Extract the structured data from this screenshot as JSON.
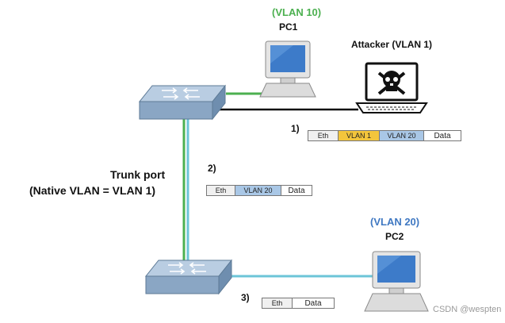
{
  "labels": {
    "pc1_vlan": "(VLAN 10)",
    "pc1_name": "PC1",
    "attacker": "Attacker (VLAN 1)",
    "pc2_vlan": "(VLAN 20)",
    "pc2_name": "PC2",
    "trunk_line1": "Trunk port",
    "trunk_line2": "(Native VLAN = VLAN 1)"
  },
  "steps": {
    "s1": "1)",
    "s2": "2)",
    "s3": "3)"
  },
  "frames": {
    "f1": {
      "eth": "Eth",
      "vlan1": "VLAN 1",
      "vlan20": "VLAN 20",
      "data": "Data"
    },
    "f2": {
      "eth": "Eth",
      "vlan20": "VLAN 20",
      "data": "Data"
    },
    "f3": {
      "eth": "Eth",
      "data": "Data"
    }
  },
  "colors": {
    "vlan10_green": "#4cb050",
    "vlan20_blue": "#3f78c2",
    "vlan1_yellow": "#f3c53c",
    "trunk_cyan": "#6cc5d8",
    "attacker_link": "#111111"
  },
  "watermark": "CSDN @wespten"
}
